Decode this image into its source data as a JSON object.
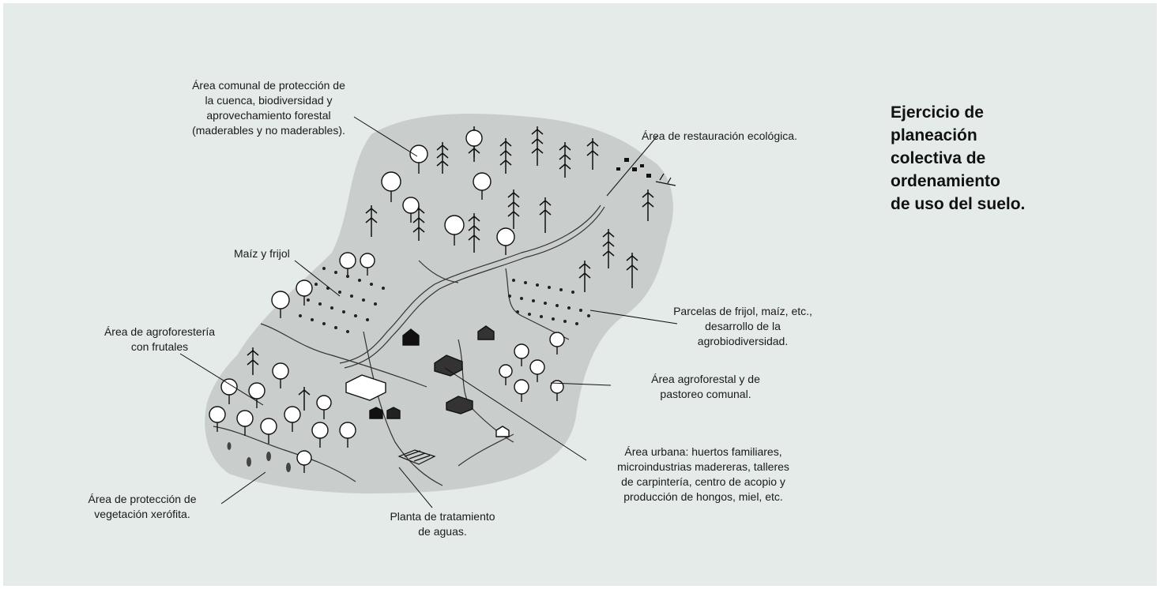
{
  "title": "Ejercicio de\nplaneación\ncolectiva de\nordenamiento\nde uso del suelo.",
  "labels": {
    "forest": "Área comunal de protección de\nla cuenca, biodiversidad y\naprovechamiento forestal\n(maderables y no maderables).",
    "restoration": "Área de restauración ecológica.",
    "maize": "Maíz y frijol",
    "agroforestry": "Área de agroforestería\ncon frutales",
    "parcels": "Parcelas de frijol, maíz, etc.,\ndesarrollo de la\nagrobiodiversidad.",
    "pasture": "Área agroforestal y de\npastoreo comunal.",
    "urban": "Área urbana: huertos familiares,\nmicroindustrias madereras, talleres\nde carpintería, centro de acopio y\nproducción de hongos, miel, etc.",
    "xerophytic": "Área de protección de\nvegetación xerófita.",
    "treatment": "Planta de tratamiento\nde aguas."
  },
  "colors": {
    "background": "#e4ebe9",
    "terrain": "#c9cecc",
    "ink": "#1a1a1a"
  }
}
